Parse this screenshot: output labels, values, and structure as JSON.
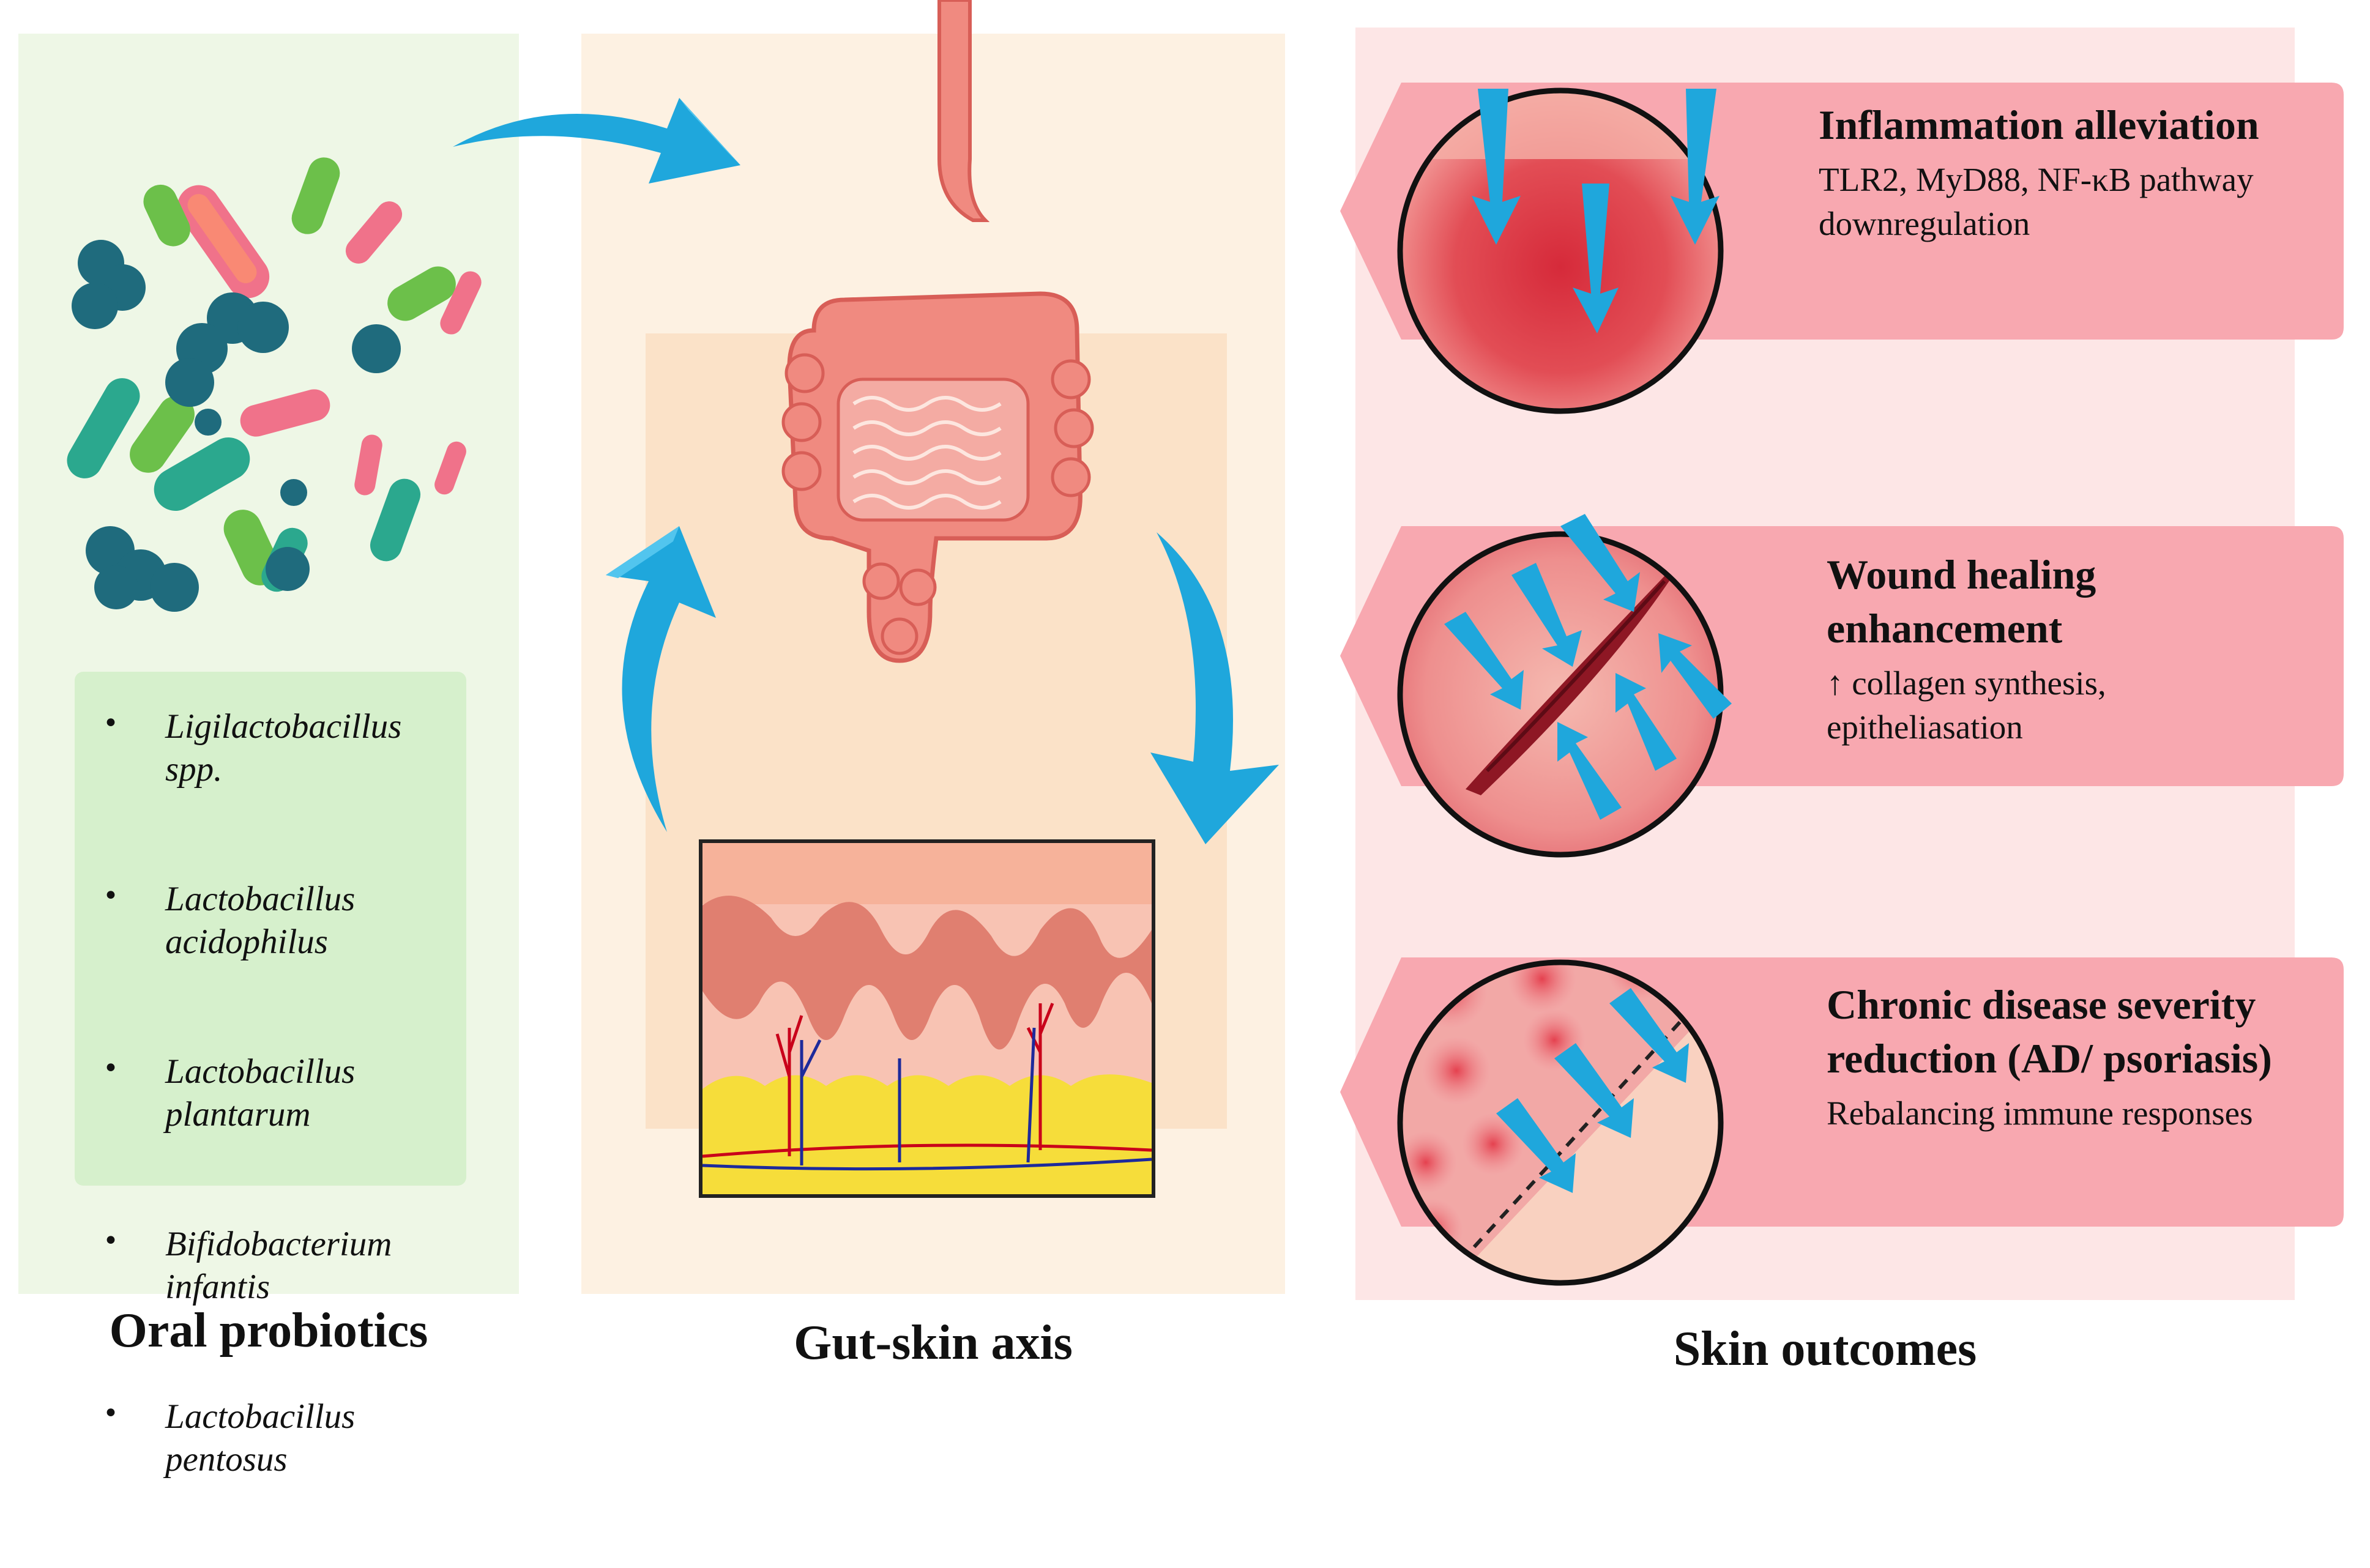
{
  "panels": {
    "left": {
      "caption": "Oral probiotics",
      "species": [
        "Ligilactobacillus spp.",
        "Lactobacillus acidophilus",
        "Lactobacillus plantarum",
        "Bifidobacterium infantis",
        "Lactobacillus pentosus"
      ]
    },
    "middle": {
      "caption": "Gut-skin axis"
    },
    "right": {
      "caption": "Skin outcomes",
      "outcomes": [
        {
          "title": "Inflammation alleviation",
          "description": "TLR2, MyD88, NF-κB pathway downregulation"
        },
        {
          "title": "Wound healing enhancement",
          "description": "↑ collagen synthesis, epitheliasation"
        },
        {
          "title": "Chronic disease severity reduction (AD/ psoriasis)",
          "description": "Rebalancing immune responses"
        }
      ]
    }
  },
  "colors": {
    "arrow_blue": "#1fa7dc",
    "bacteria_teal": "#1f6b7d",
    "bacteria_green": "#6cc04a",
    "bacteria_pink": "#f0728a",
    "intestine": "#f08a80",
    "banner_pink": "#f8a8b0"
  }
}
